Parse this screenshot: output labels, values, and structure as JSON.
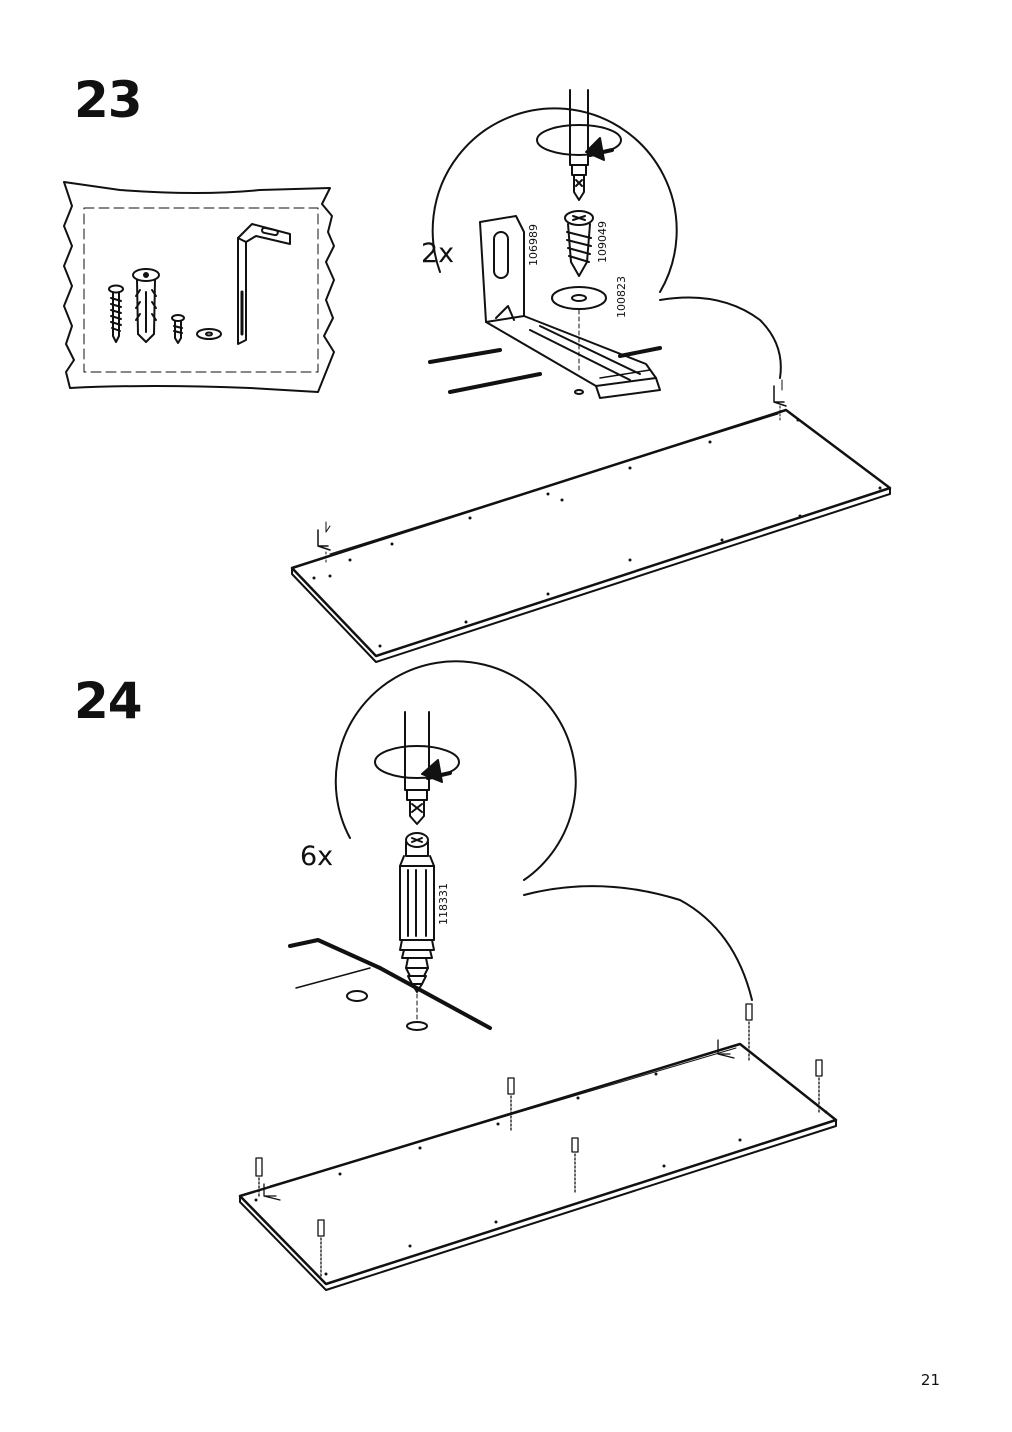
{
  "steps": [
    {
      "number": "23",
      "quantity": "2x",
      "part_numbers": [
        "106989",
        "109049",
        "100823"
      ],
      "icons": [
        "hardware-bag-icon",
        "screwdriver-icon",
        "rotation-arrow-icon",
        "bracket-icon",
        "screw-icon",
        "washer-icon",
        "panel-icon"
      ]
    },
    {
      "number": "24",
      "quantity": "6x",
      "part_numbers": [
        "118331"
      ],
      "icons": [
        "screwdriver-icon",
        "rotation-arrow-icon",
        "dowel-icon",
        "panel-icon"
      ]
    }
  ],
  "page": {
    "number": "21"
  }
}
